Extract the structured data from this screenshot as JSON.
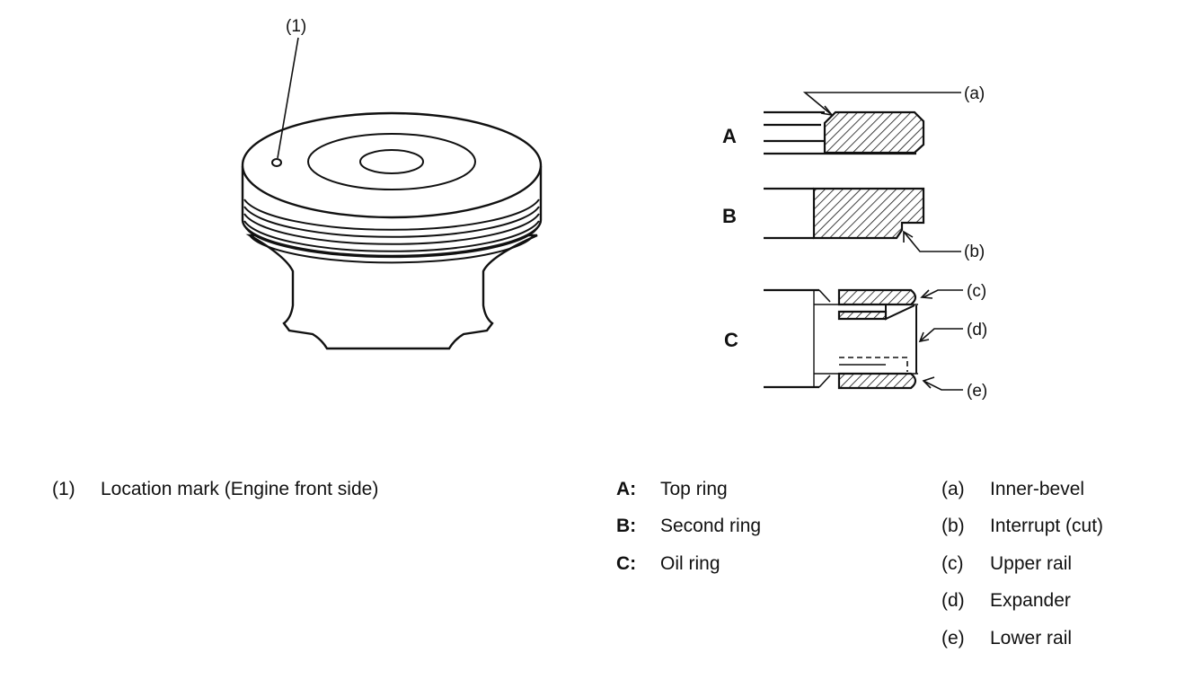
{
  "callouts": {
    "piston_mark": "(1)",
    "a": "(a)",
    "b": "(b)",
    "c": "(c)",
    "d": "(d)",
    "e": "(e)"
  },
  "ring_letters": {
    "A": "A",
    "B": "B",
    "C": "C"
  },
  "legend_piston": [
    {
      "key": "(1)",
      "text": "Location mark (Engine front side)"
    }
  ],
  "legend_rings": [
    {
      "key": "A:",
      "text": "Top ring"
    },
    {
      "key": "B:",
      "text": "Second ring"
    },
    {
      "key": "C:",
      "text": "Oil ring"
    }
  ],
  "legend_parts": [
    {
      "key": "(a)",
      "text": "Inner-bevel"
    },
    {
      "key": "(b)",
      "text": "Interrupt (cut)"
    },
    {
      "key": "(c)",
      "text": "Upper rail"
    },
    {
      "key": "(d)",
      "text": "Expander"
    },
    {
      "key": "(e)",
      "text": "Lower rail"
    }
  ],
  "colors": {
    "ink": "#111111",
    "paper": "#ffffff"
  }
}
